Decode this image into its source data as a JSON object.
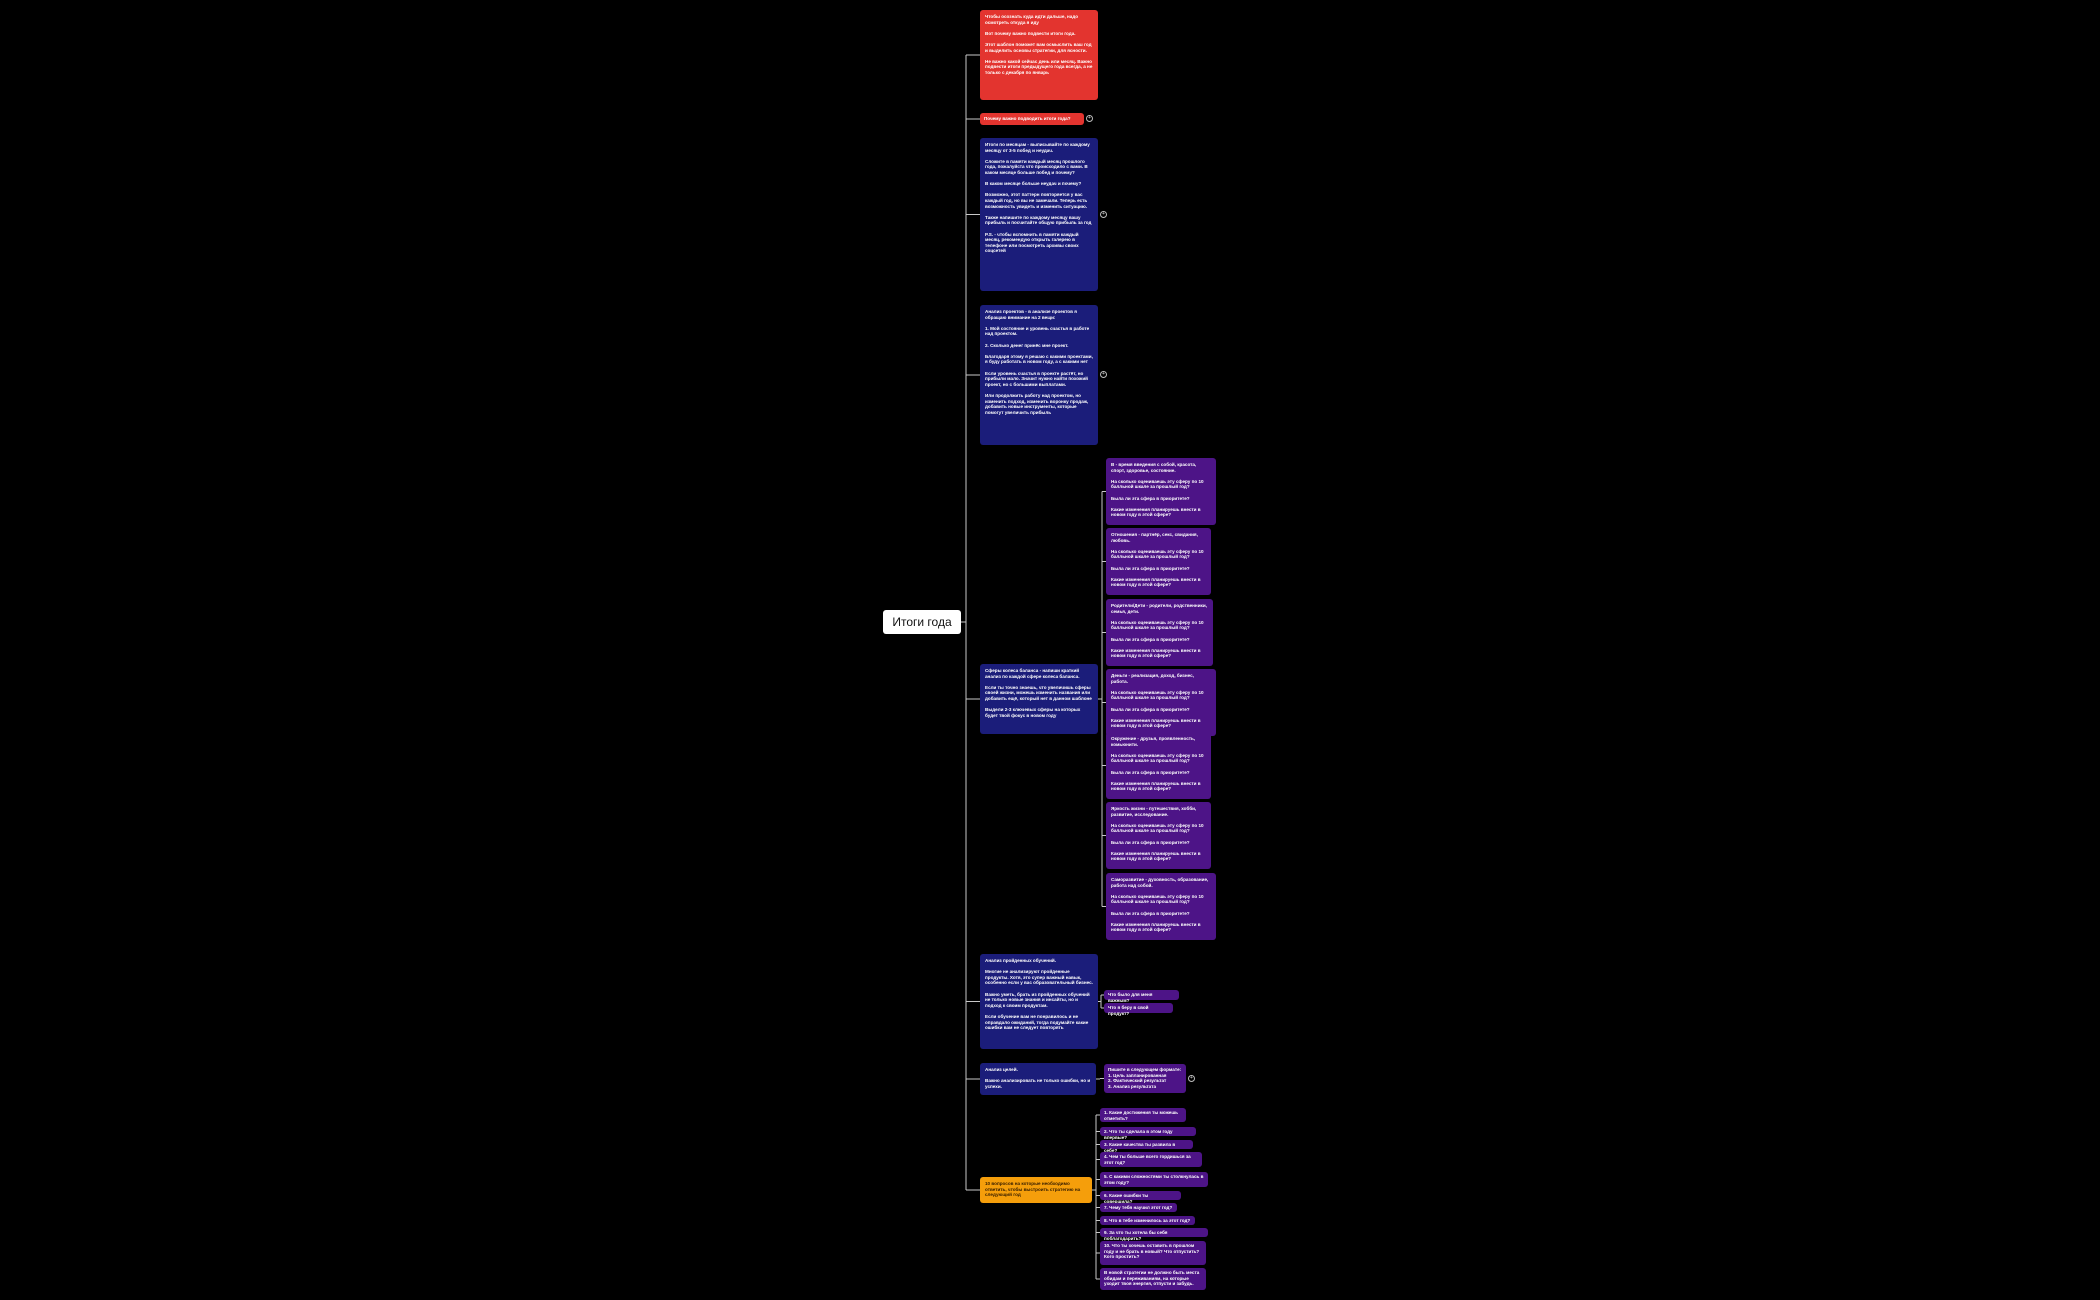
{
  "root": {
    "label": "Итоги года"
  },
  "colors": {
    "background": "#000000",
    "line": "#c8c8c8",
    "red": "#e3342f",
    "navy": "#1b1d7a",
    "purple": "#4d1487",
    "orange": "#f59e0b"
  },
  "branches": [
    {
      "text": "Чтобы осознать куда идти дальше, надо осмотреть откуда я иду\n\nВот почему важно подвести итоги года.\n\nЭтот шаблон поможет вам осмыслить ваш год и выделить основы стратегии, для ясности.\n\nНе важно какой сейчас день или месяц. Важно подвести итоги предыдущего года всегда, а не только с декабря по январь"
    },
    {
      "text": "Почему важно подводить итоги года?"
    },
    {
      "text": "Итоги по месяцам - выписывайте по каждому месяцу от 3-5 побед и неудач.\n\nСложите в памяти каждый месяц прошлого года, пожалуйста что происходило с вами. В каком месяце больше побед и почему?\n\nВ каком месяце больше неудач и почему?\n\nВозможно, этот паттерн повторяется у вас каждый год, но вы не замечали. Теперь есть возможность увидеть и изменить ситуацию.\n\nТакже напишите по каждому месяцу вашу прибыль и посчитайте общую прибыль за год\n\nP.S. - чтобы вспомнить в памяти каждый месяц, рекомендую открыть галерею в телефоне или посмотреть архивы своих соцсетей"
    },
    {
      "text": "Анализ проектов - в анализе проектов я обращаю внимание на 2 вещи:\n\n1. Мой состояние и уровень счастья в работе над проектом.\n\n2. Сколько денег принёс мне проект.\n\nБлагодаря этому я решаю с какими проектами, я буду работать в новом году, а с какими нет\n\nЕсли уровень счастья в проекте растёт, но прибыли мало. Значит нужно найти похожий проект, но с большими выплатами.\n\nИли продолжить работу над проектом, но изменить подход, изменить воронку продаж, добавить новые инструменты, которые помогут увеличить прибыль"
    },
    {
      "text": "Сферы колеса баланса - напиши краткий анализ по каждой сфере колеса баланса.\n\nЕсли ты точно знаешь, что увеличишь сферы своей жизни, можешь изменить названия или добавить ещё, который нет в данном шаблоне\n\nВыдели 2-3 ключевых сферы на которых будет твой фокус в новом году",
      "children": [
        "В - время введения с собой, красота, спорт, здоровье, состояние.\n\nНа сколько оцениваешь эту сферу по 10 балльной шкале за прошлый год?\n\nБыла ли эта сфера в приоритете?\n\nКакие изменения планируешь внести в новом году в этой сфере?",
        "Отношения - партнёр, секс, свидания, любовь.\n\nНа сколько оцениваешь эту сферу по 10 балльной шкале за прошлый год?\n\nБыла ли эта сфера в приоритете?\n\nКакие изменения планируешь внести в новом году в этой сфере?",
        "Родители/Дети - родители, родственники, семья, дети.\n\nНа сколько оцениваешь эту сферу по 10 балльной шкале за прошлый год?\n\nБыла ли эта сфера в приоритете?\n\nКакие изменения планируешь внести в новом году в этой сфере?",
        "Деньги - реализация, доход, бизнес, работа.\n\nНа сколько оцениваешь эту сферу по 10 балльной шкале за прошлый год?\n\nБыла ли эта сфера в приоритете?\n\nКакие изменения планируешь внести в новом году в этой сфере?",
        "Окружение - друзья, проявленность, комьюнити.\n\nНа сколько оцениваешь эту сферу по 10 балльной шкале за прошлый год?\n\nБыла ли эта сфера в приоритете?\n\nКакие изменения планируешь внести в новом году в этой сфере?",
        "Яркость жизни - путешествия, хобби, развитие, исследование.\n\nНа сколько оцениваешь эту сферу по 10 балльной шкале за прошлый год?\n\nБыла ли эта сфера в приоритете?\n\nКакие изменения планируешь внести в новом году в этой сфере?",
        "Саморазвитие - духовность, образование, работа над собой.\n\nНа сколько оцениваешь эту сферу по 10 балльной шкале за прошлый год?\n\nБыла ли эта сфера в приоритете?\n\nКакие изменения планируешь внести в новом году в этой сфере?"
      ]
    },
    {
      "text": "Анализ пройденных обучений.\n\nМногие не анализируют пройденные продукты. Хотя, это супер важный навык, особенно если у вас образовательный бизнес.\n\nВажно уметь, брать из пройденных обучений не только новые знания и инсайты, но и подход к своим продуктам.\n\nЕсли обучение вам не понравилось и не оправдало ожиданий, тогда подумайте какие ошибки вам не следует повторять",
      "children": [
        "Что было для меня важным?",
        "Что я беру в свой продукт?"
      ]
    },
    {
      "text": "Анализ целей.\n\nВажно анализировать не только ошибки, но и успехи.",
      "children": [
        "Пишите в следующем формате:\n1. Цель запланированная\n2. Фактический результат\n3. Анализ результата"
      ]
    },
    {
      "text": "10 вопросов на которые необходимо ответить, чтобы выстроить стратегию на следующий год",
      "children": [
        "1. Какие достижения ты можешь отметить?",
        "2. Что ты сделала в этом году впервые?",
        "3. Какие качества ты развила в себе?",
        "4. Чем ты больше всего гордишься за этот год?",
        "5. С какими сложностями ты столкнулась в этом году?",
        "6. Какие ошибки ты совершила?",
        "7. Чему тебя научил этот год?",
        "8. Что в тебе изменилось за этот год?",
        "9. За что ты хотела бы себя поблагодарить?",
        "10. Что ты хочешь оставить в прошлом году и не брать в новый? Что отпустить? Кого простить?",
        "В новой стратегии не должно быть места обидам и переживаниям, на которые уходит твоя энергия, отпусти и забудь."
      ]
    }
  ]
}
